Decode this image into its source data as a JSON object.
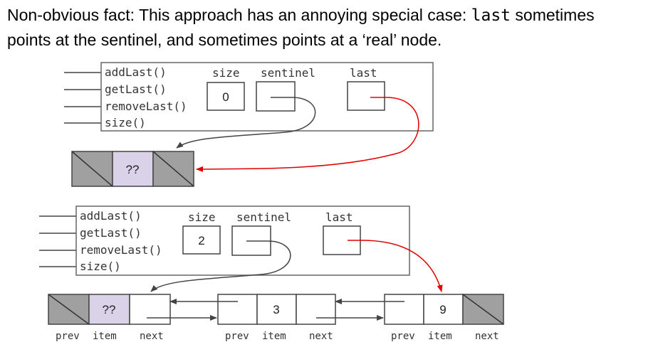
{
  "title": {
    "line1_before": "Non-obvious fact: This approach has an annoying special case: ",
    "line1_code": "last",
    "line1_after": " sometimes",
    "line2": "points at the sentinel, and sometimes points at a ‘real’ node."
  },
  "methods": [
    "addLast()",
    "getLast()",
    "removeLast()",
    "size()"
  ],
  "field_labels": {
    "size": "size",
    "sentinel": "sentinel",
    "last": "last"
  },
  "diagram1": {
    "size_value": "0",
    "sentinel_item": "??"
  },
  "diagram2": {
    "size_value": "2",
    "sentinel_item": "??",
    "node1_item": "3",
    "node2_item": "9"
  },
  "node_labels": {
    "prev": "prev",
    "item": "item",
    "next": "next"
  },
  "colors": {
    "pointer": "#444444",
    "last_pointer": "#e00000",
    "sentinel_item_fill": "#d9d2e9",
    "null_cell_fill": "#a0a0a0",
    "box_stroke": "#555555"
  }
}
